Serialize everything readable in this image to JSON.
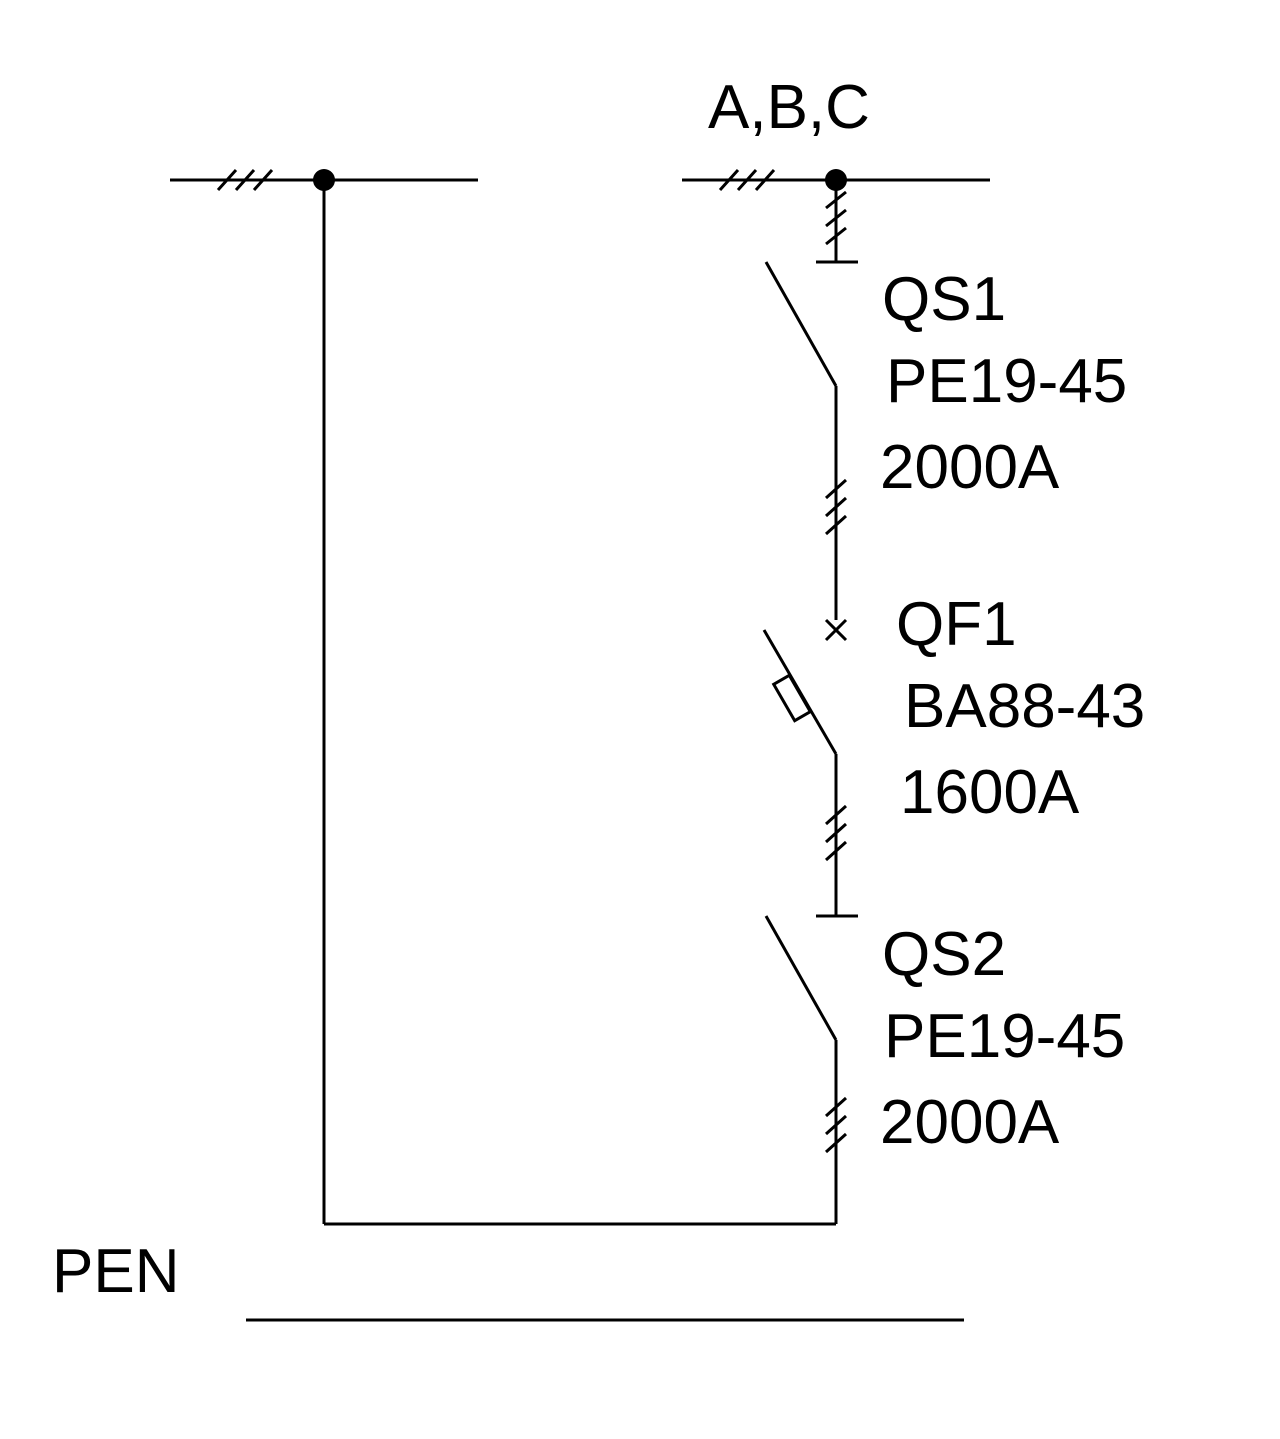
{
  "phase_label": "A,B,C",
  "neutral_label": "PEN",
  "devices": [
    {
      "id": "QS1",
      "model": "PE19-45",
      "rating": "2000A"
    },
    {
      "id": "QF1",
      "model": "BA88-43",
      "rating": "1600A"
    },
    {
      "id": "QS2",
      "model": "PE19-45",
      "rating": "2000A"
    }
  ],
  "colors": {
    "line": "#000000",
    "background": "#ffffff"
  }
}
